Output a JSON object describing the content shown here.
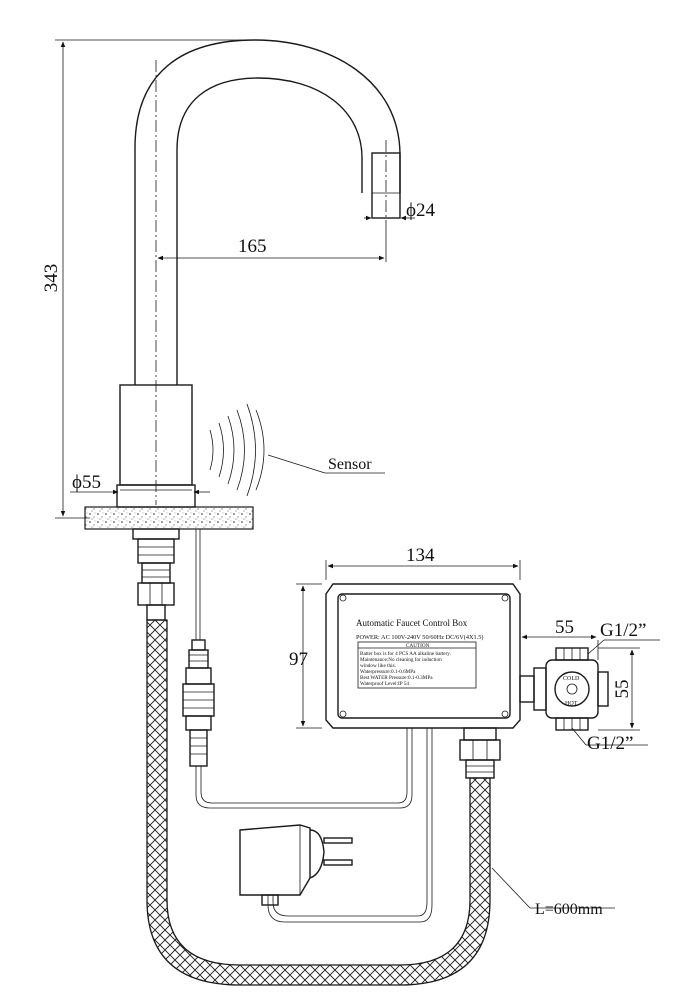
{
  "dimensions": {
    "height": "343",
    "reach": "165",
    "outlet_diameter": "ϕ24",
    "base_diameter": "ϕ55",
    "box_width": "134",
    "box_height": "97",
    "valve_width": "55",
    "valve_height": "55",
    "inlet_thread": "G1/2”",
    "outlet_thread": "G1/2”",
    "hose_length": "L=600mm"
  },
  "callouts": {
    "sensor": "Sensor"
  },
  "control_box": {
    "title": "Automatic Faucet Control Box",
    "power": "POWER: AC 100V-240V 50/60Hz DC/6V(4X1.5)",
    "caution_heading": "CAUTION",
    "caution_lines": [
      "Batter box is for 4 PCS AA alkaline battery.",
      "Maintenance:No cleaning for induction",
      "window like this.",
      "Waterpressure:0.1-0.6MPa",
      "Best WATER Pressure:0.1-0.3MPa",
      "Waterproof Level:IP 54"
    ]
  },
  "valve": {
    "top_label": "COLD",
    "bottom_label": "HOT"
  }
}
